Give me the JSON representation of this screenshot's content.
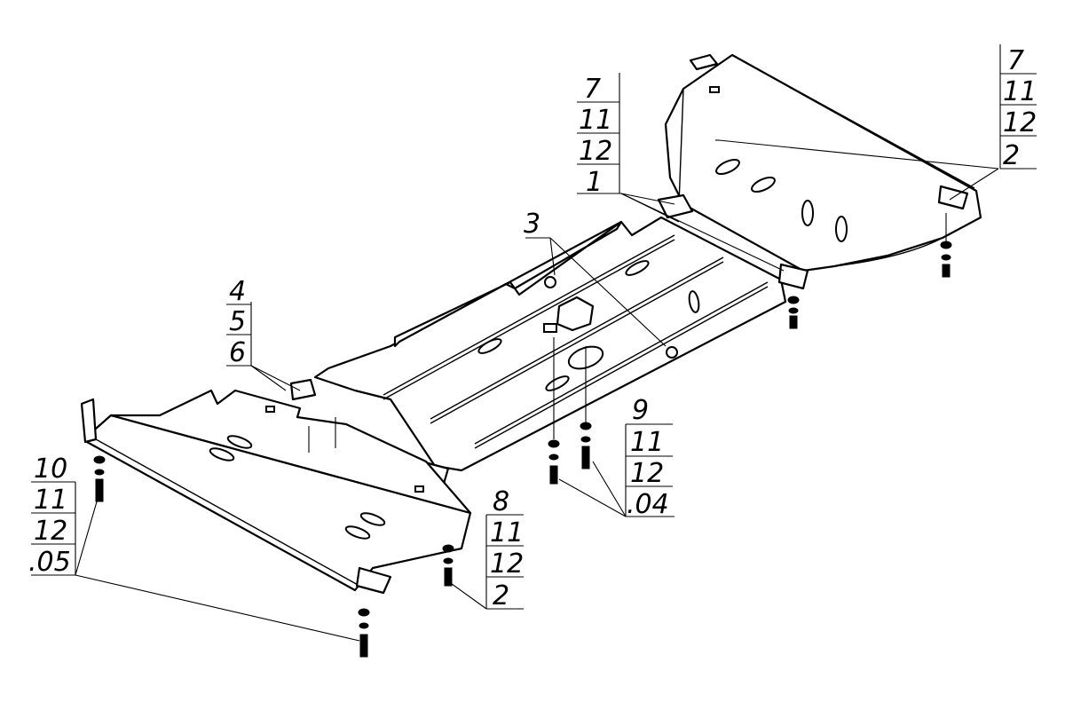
{
  "callouts": {
    "top_left": [
      "7",
      "11",
      "12",
      "1"
    ],
    "top_right": [
      "7",
      "11",
      "12",
      "2"
    ],
    "mid": "3",
    "left_mid": [
      "4",
      "5",
      "6"
    ],
    "right_low": [
      "9",
      "11",
      "12",
      ".04"
    ],
    "bottom_mid": [
      "8",
      "11",
      "12",
      "2"
    ],
    "bottom_left": [
      "10",
      "11",
      "12",
      ".05"
    ]
  }
}
